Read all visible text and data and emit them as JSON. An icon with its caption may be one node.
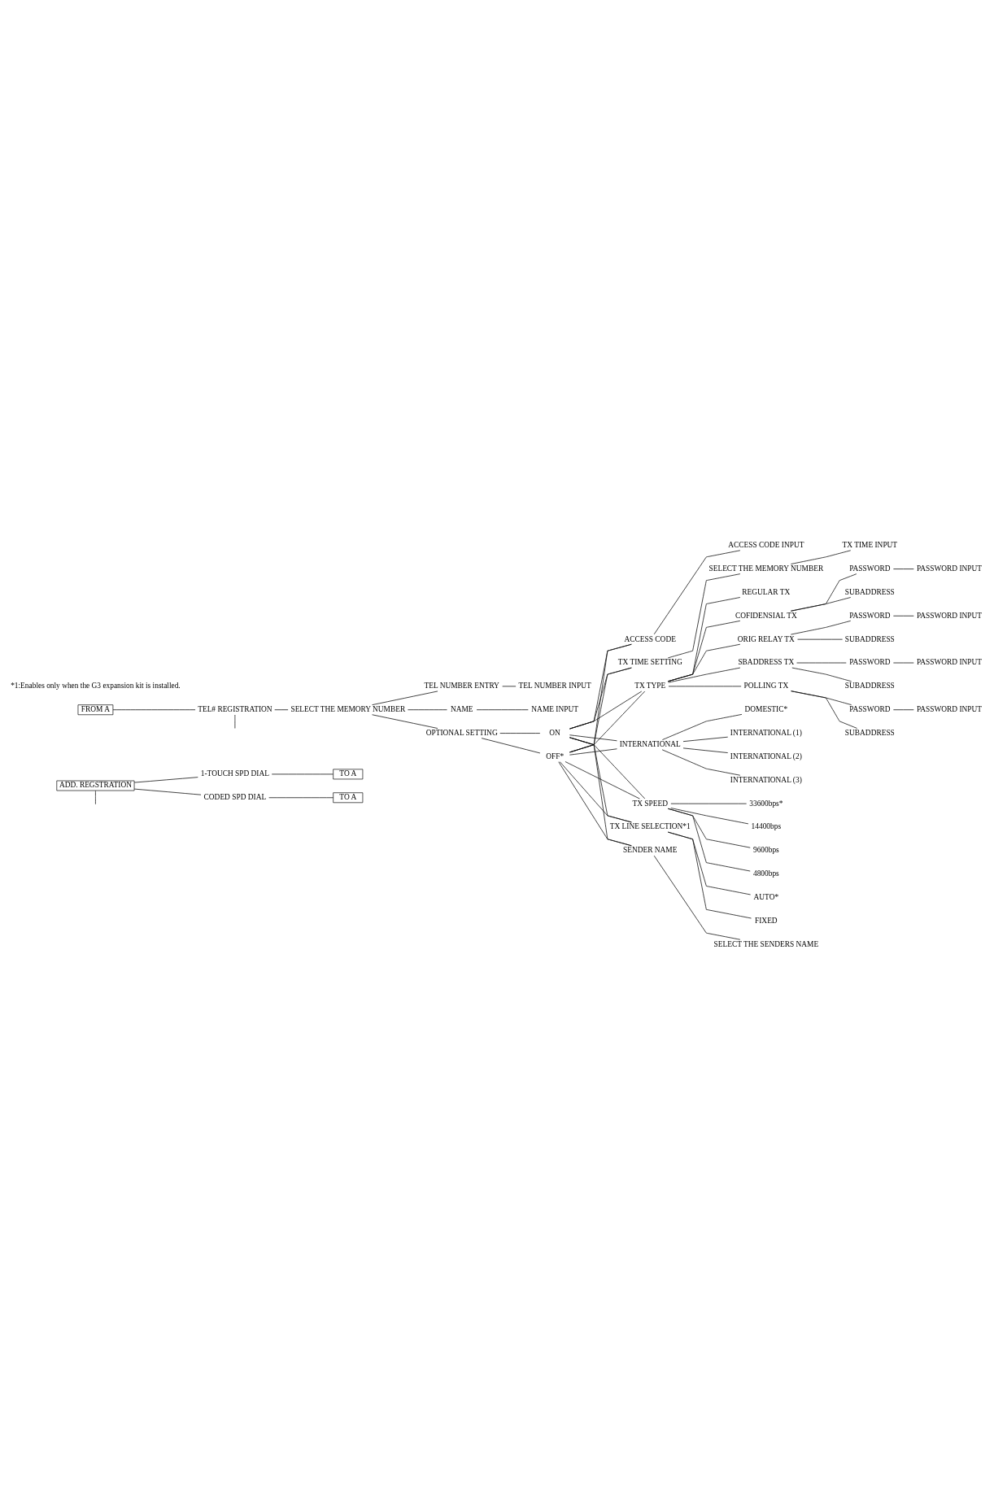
{
  "diagram": {
    "nodes": [
      {
        "text": [
          "ADD. REGSTRATION"
        ]
      },
      {
        "text": [
          "1-TOUCH SPD DIAL"
        ]
      },
      {
        "text": [
          "TO A"
        ]
      },
      {
        "text": [
          "CODED SPD DIAL"
        ]
      },
      {
        "text": [
          "TO A"
        ]
      },
      {
        "text": [
          "FROM A"
        ]
      },
      {
        "text": [
          "TEL# REGISTRATION"
        ]
      },
      {
        "text": [
          "SELECT THE MEMORY NUMBER"
        ]
      },
      {
        "text": [
          "TEL NUMBER ENTRY"
        ]
      },
      {
        "text": [
          "TEL NUMBER INPUT"
        ]
      },
      {
        "text": [
          "NAME"
        ]
      },
      {
        "text": [
          "NAME INPUT"
        ]
      },
      {
        "text": [
          "OPTIONAL SETTING"
        ]
      },
      {
        "text": [
          "ON"
        ]
      },
      {
        "text": [
          "OFF*"
        ]
      },
      {
        "text": [
          "ACCESS CODE"
        ]
      },
      {
        "text": [
          "ACCESS CODE INPUT"
        ]
      },
      {
        "text": [
          "TX TIME SETTING"
        ]
      },
      {
        "text": [
          "SELECT THE MEMORY NUMBER"
        ]
      },
      {
        "text": [
          "TX TIME INPUT"
        ]
      },
      {
        "text": [
          "TX TYPE"
        ]
      },
      {
        "text": [
          "REGULAR TX"
        ]
      },
      {
        "text": [
          "COFIDENSIAL TX"
        ]
      },
      {
        "text": [
          "PASSWORD"
        ]
      },
      {
        "text": [
          "PASSWORD INPUT"
        ]
      },
      {
        "text": [
          "SUBADDRESS"
        ]
      },
      {
        "text": [
          "ORIG RELAY TX"
        ]
      },
      {
        "text": [
          "PASSWORD"
        ]
      },
      {
        "text": [
          "PASSWORD INPUT"
        ]
      },
      {
        "text": [
          "SUBADDRESS"
        ]
      },
      {
        "text": [
          "SBADDRESS TX"
        ]
      },
      {
        "text": [
          "PASSWORD"
        ]
      },
      {
        "text": [
          "PASSWORD INPUT"
        ]
      },
      {
        "text": [
          "SUBADDRESS"
        ]
      },
      {
        "text": [
          "POLLING TX"
        ]
      },
      {
        "text": [
          "PASSWORD"
        ]
      },
      {
        "text": [
          "PASSWORD INPUT"
        ]
      },
      {
        "text": [
          "SUBADDRESS"
        ]
      },
      {
        "text": [
          "INTERNATIONAL"
        ]
      },
      {
        "text": [
          "DOMESTIC*"
        ]
      },
      {
        "text": [
          "INTERNATIONAL (1)"
        ]
      },
      {
        "text": [
          "INTERNATIONAL (2)"
        ]
      },
      {
        "text": [
          "INTERNATIONAL (3)"
        ]
      },
      {
        "text": [
          "TX SPEED"
        ]
      },
      {
        "text": [
          "33600bps*"
        ]
      },
      {
        "text": [
          "14400bps"
        ]
      },
      {
        "text": [
          "9600bps"
        ]
      },
      {
        "text": [
          "4800bps"
        ]
      },
      {
        "text": [
          "TX LINE SELECTION*1"
        ]
      },
      {
        "text": [
          "AUTO*"
        ]
      },
      {
        "text": [
          "FIXED"
        ]
      },
      {
        "text": [
          "SENDER NAME"
        ]
      },
      {
        "text": [
          "SELECT THE SENDERS NAME"
        ]
      }
    ],
    "edges": [
      {
        "from": 0,
        "to": 1,
        "arrow": "none"
      },
      {
        "from": 0,
        "to": 3,
        "arrow": "none"
      },
      {
        "from": 0,
        "to": null,
        "arrow": "none"
      },
      {
        "from": 1,
        "to": 2,
        "arrow": "none"
      },
      {
        "from": 3,
        "to": 4,
        "arrow": "none"
      },
      {
        "from": 5,
        "to": 6,
        "arrow": "none"
      },
      {
        "from": 6,
        "to": 7,
        "arrow": "none"
      },
      {
        "from": 6,
        "to": null,
        "arrow": "none"
      },
      {
        "from": 7,
        "to": 8,
        "arrow": "none"
      },
      {
        "from": 7,
        "to": 10,
        "arrow": "none"
      },
      {
        "from": 7,
        "to": 12,
        "arrow": "none"
      },
      {
        "from": 8,
        "to": 9,
        "arrow": "none"
      },
      {
        "from": 10,
        "to": 11,
        "arrow": "none"
      },
      {
        "from": 12,
        "to": 13,
        "arrow": "none"
      },
      {
        "from": 12,
        "to": 14,
        "arrow": "none"
      },
      {
        "from": 13,
        "to": 15,
        "arrow": "none"
      },
      {
        "from": 13,
        "to": 17,
        "arrow": "none"
      },
      {
        "from": 13,
        "to": 20,
        "arrow": "none"
      },
      {
        "from": 13,
        "to": 38,
        "arrow": "none"
      },
      {
        "from": 13,
        "to": 43,
        "arrow": "none"
      },
      {
        "from": 13,
        "to": 48,
        "arrow": "none"
      },
      {
        "from": 13,
        "to": 51,
        "arrow": "none"
      },
      {
        "from": 14,
        "to": 15,
        "arrow": "none"
      },
      {
        "from": 14,
        "to": 17,
        "arrow": "none"
      },
      {
        "from": 14,
        "to": 20,
        "arrow": "none"
      },
      {
        "from": 14,
        "to": 38,
        "arrow": "none"
      },
      {
        "from": 14,
        "to": 43,
        "arrow": "none"
      },
      {
        "from": 14,
        "to": 48,
        "arrow": "none"
      },
      {
        "from": 14,
        "to": 51,
        "arrow": "none"
      },
      {
        "from": 15,
        "to": 16,
        "arrow": "none"
      },
      {
        "from": 17,
        "to": 18,
        "arrow": "none"
      },
      {
        "from": 18,
        "to": 19,
        "arrow": "none"
      },
      {
        "from": 20,
        "to": 21,
        "arrow": "none"
      },
      {
        "from": 20,
        "to": 22,
        "arrow": "none"
      },
      {
        "from": 20,
        "to": 26,
        "arrow": "none"
      },
      {
        "from": 20,
        "to": 30,
        "arrow": "none"
      },
      {
        "from": 20,
        "to": 34,
        "arrow": "none"
      },
      {
        "from": 22,
        "to": 23,
        "arrow": "none"
      },
      {
        "from": 22,
        "to": 25,
        "arrow": "none"
      },
      {
        "from": 23,
        "to": 24,
        "arrow": "none"
      },
      {
        "from": 26,
        "to": 27,
        "arrow": "none"
      },
      {
        "from": 26,
        "to": 29,
        "arrow": "none"
      },
      {
        "from": 27,
        "to": 28,
        "arrow": "none"
      },
      {
        "from": 30,
        "to": 31,
        "arrow": "none"
      },
      {
        "from": 30,
        "to": 33,
        "arrow": "none"
      },
      {
        "from": 31,
        "to": 32,
        "arrow": "none"
      },
      {
        "from": 34,
        "to": 35,
        "arrow": "none"
      },
      {
        "from": 34,
        "to": 37,
        "arrow": "none"
      },
      {
        "from": 35,
        "to": 36,
        "arrow": "none"
      },
      {
        "from": 38,
        "to": 39,
        "arrow": "none"
      },
      {
        "from": 38,
        "to": 40,
        "arrow": "none"
      },
      {
        "from": 38,
        "to": 41,
        "arrow": "none"
      },
      {
        "from": 38,
        "to": 42,
        "arrow": "none"
      },
      {
        "from": 43,
        "to": 44,
        "arrow": "none"
      },
      {
        "from": 43,
        "to": 45,
        "arrow": "none"
      },
      {
        "from": 43,
        "to": 46,
        "arrow": "none"
      },
      {
        "from": 43,
        "to": 47,
        "arrow": "none"
      },
      {
        "from": 48,
        "to": 49,
        "arrow": "none"
      },
      {
        "from": 48,
        "to": 50,
        "arrow": "none"
      },
      {
        "from": 51,
        "to": 52,
        "arrow": "none"
      }
    ],
    "labels": [
      "*1:Enables only when the G3 expansion kit is installed."
    ]
  }
}
